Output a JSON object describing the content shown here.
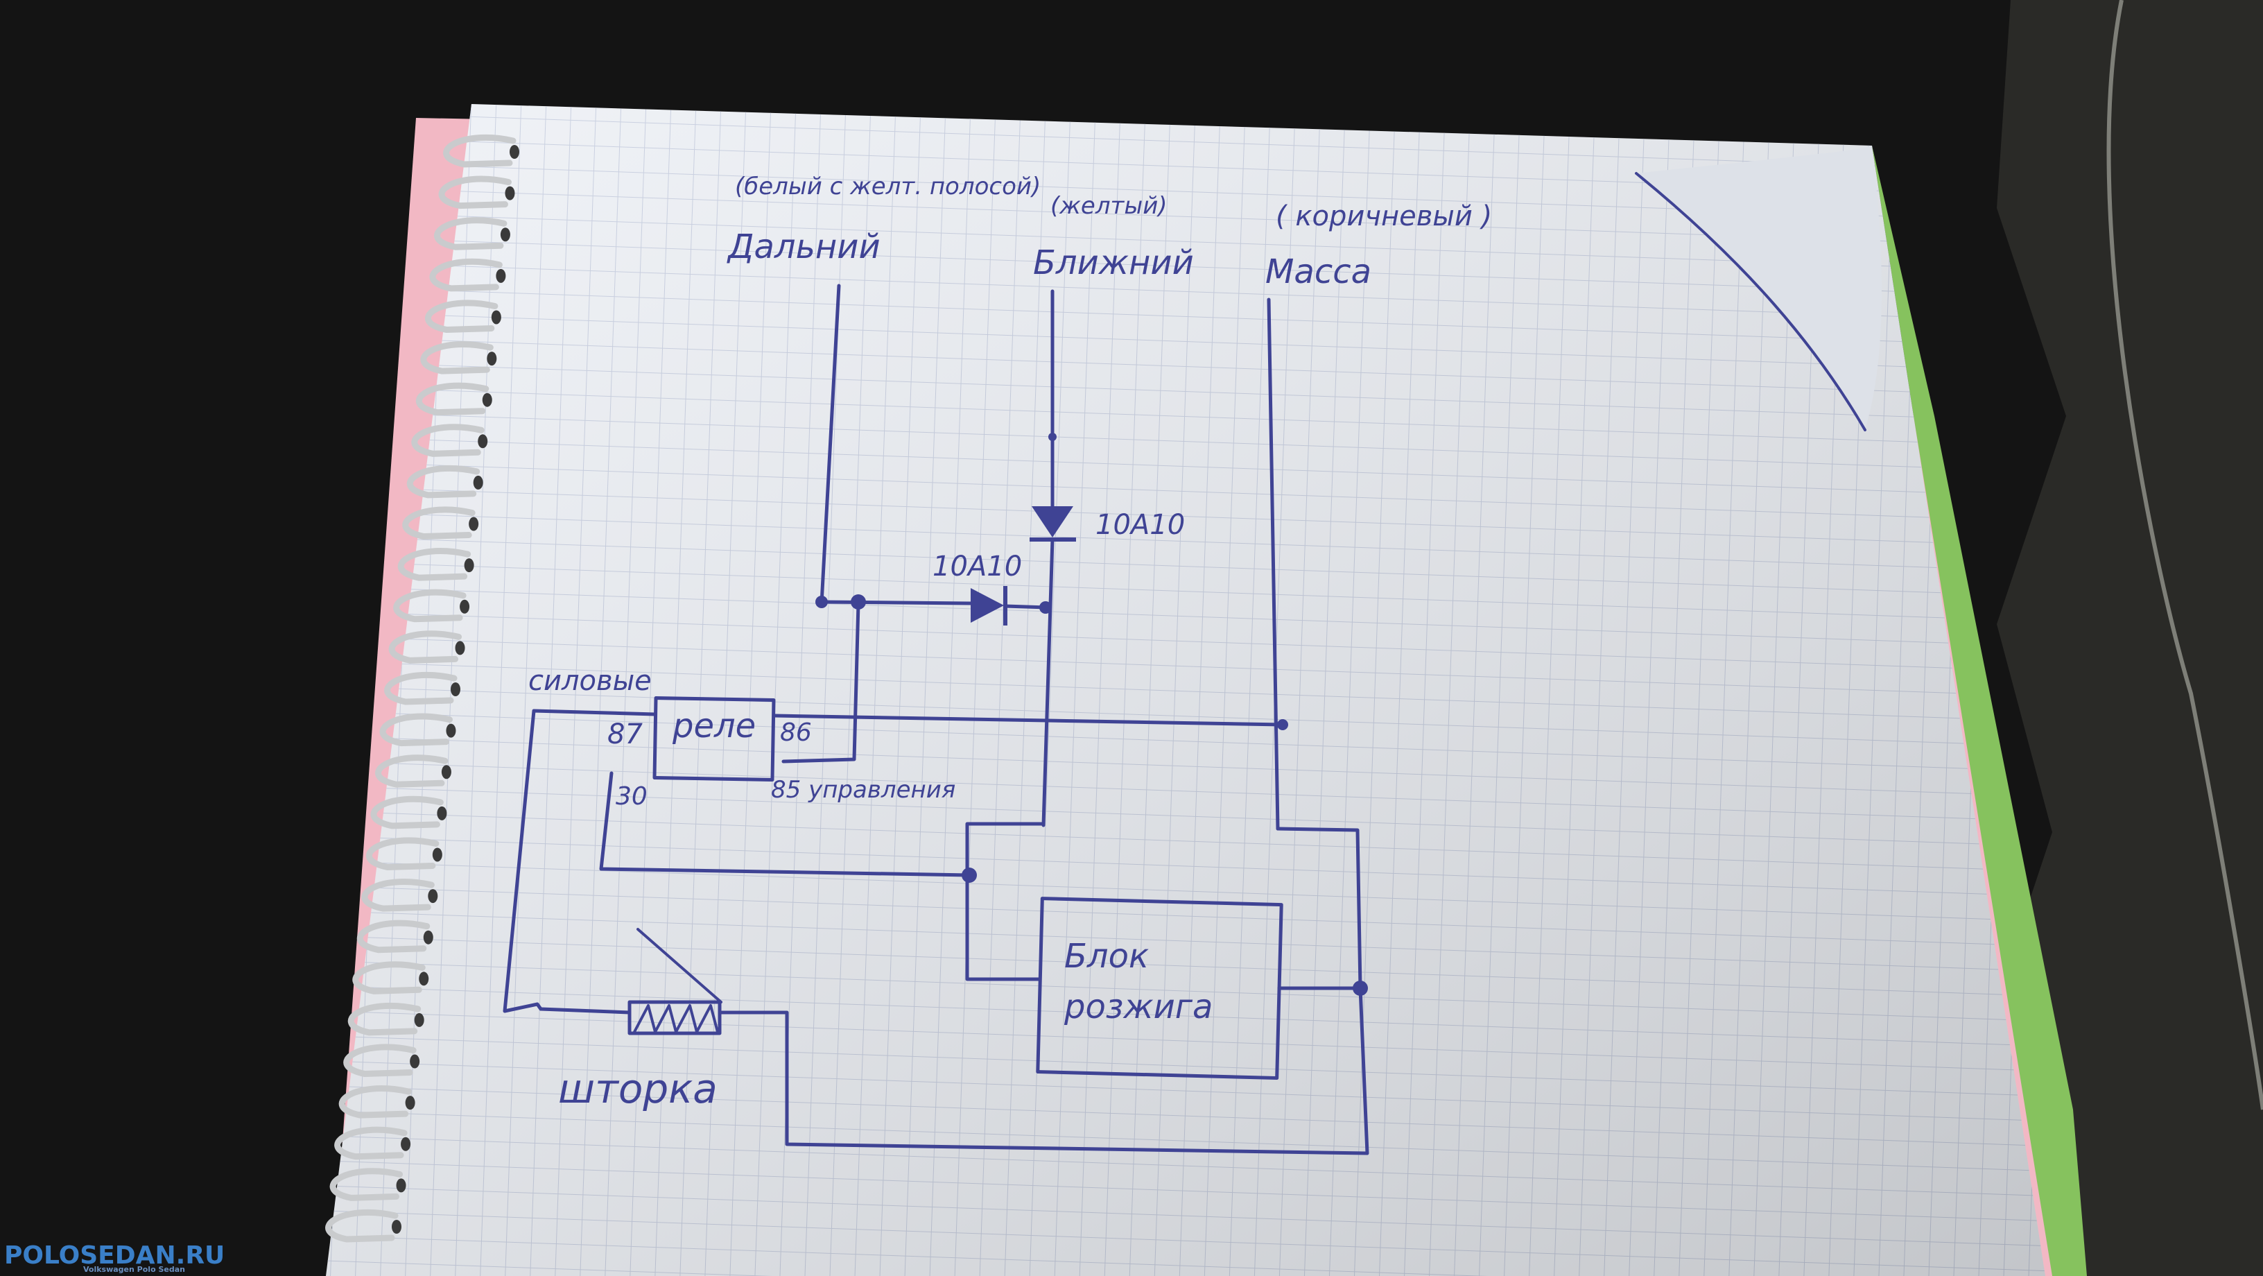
{
  "labels": {
    "far_color": "(белый с желт. полосой)",
    "near_color": "(желтый)",
    "ground_color": "( коричневый )",
    "far": "Дальний",
    "near": "Ближний",
    "ground": "Масса",
    "diode_top": "10A10",
    "diode_mid": "10A10",
    "power": "силовые",
    "pin87": "87",
    "relay": "реле",
    "pin86": "86",
    "pin30": "30",
    "control": "85 управления",
    "ignition_line1": "Блок",
    "ignition_line2": "розжига",
    "shutter": "шторка"
  },
  "watermark": {
    "site": "POLOSEDAN.RU",
    "tagline": "Volkswagen Polo Sedan"
  },
  "colors": {
    "ink": "#3f4394",
    "paper": "#eef1f6",
    "grid": "#c7cee0",
    "pink_edge": "#f2b8c4",
    "green_edge": "#86c25e",
    "background": "#141414"
  }
}
